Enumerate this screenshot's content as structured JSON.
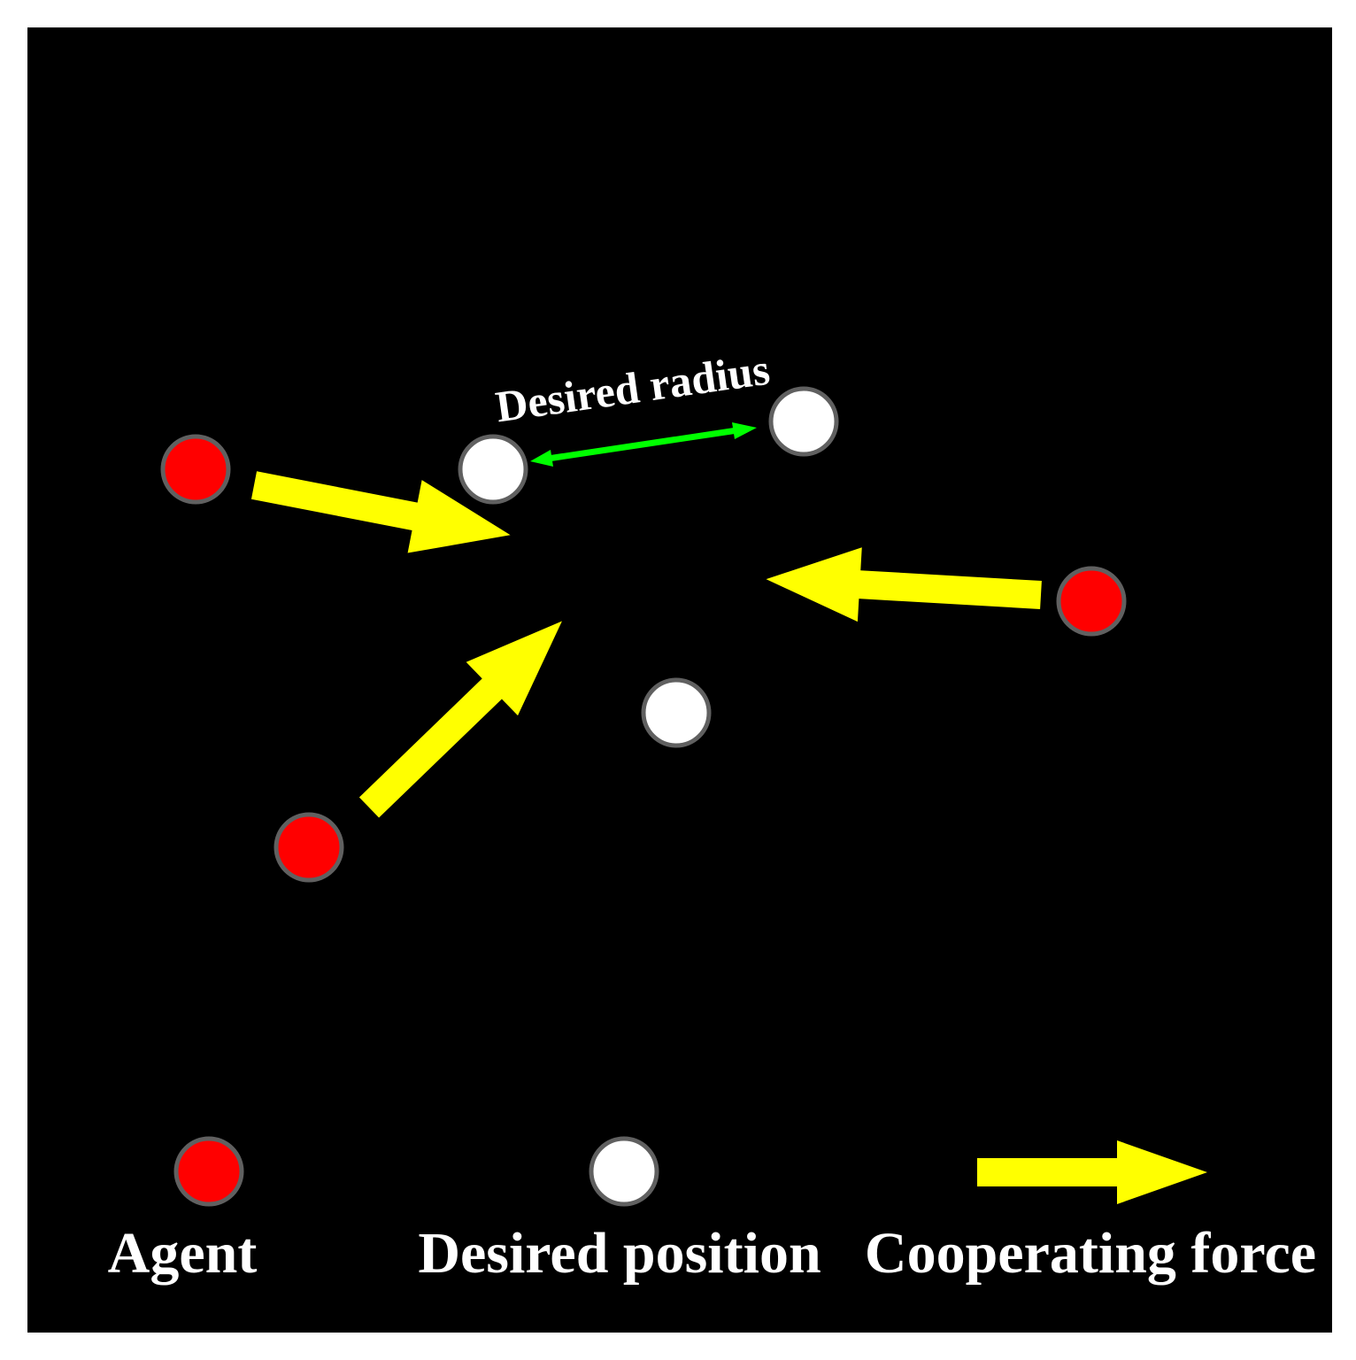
{
  "diagram": {
    "background_color": "#000000",
    "annotation": {
      "label": "Desired radius",
      "color": "#00ff00"
    },
    "agent_color": "#ff0000",
    "desired_position_color": "#ffffff",
    "node_outline_color": "#606060",
    "force_color": "#ffff00",
    "agents": [
      {
        "id": "agent-1"
      },
      {
        "id": "agent-2"
      },
      {
        "id": "agent-3"
      }
    ],
    "desired_positions": [
      {
        "id": "desired-position-1"
      },
      {
        "id": "desired-position-2"
      },
      {
        "id": "desired-position-3"
      }
    ],
    "forces": [
      {
        "id": "force-1"
      },
      {
        "id": "force-2"
      },
      {
        "id": "force-3"
      }
    ]
  },
  "legend": {
    "agent_label": "Agent",
    "desired_position_label": "Desired position",
    "cooperating_force_label": "Cooperating force"
  }
}
